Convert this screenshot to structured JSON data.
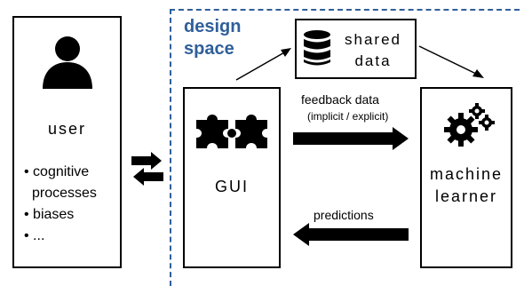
{
  "design_space": {
    "label_line1": "design",
    "label_line2": "space",
    "color": "#2f5f9a"
  },
  "user": {
    "title": "user",
    "bullets": [
      "• cognitive",
      "processes",
      "• biases",
      "• ..."
    ]
  },
  "gui": {
    "title": "GUI"
  },
  "shared_data": {
    "line1": "shared",
    "line2": "data"
  },
  "machine_learner": {
    "line1": "machine",
    "line2": "learner"
  },
  "arrows": {
    "feedback_label": "feedback data",
    "feedback_sub": "(implicit / explicit)",
    "predictions_label": "predictions"
  },
  "icons": {
    "user": "person-silhouette-icon",
    "gui": "puzzle-pieces-icon",
    "shared_data": "database-icon",
    "machine_learner": "gears-icon",
    "exchange": "bidirectional-arrows-icon"
  }
}
